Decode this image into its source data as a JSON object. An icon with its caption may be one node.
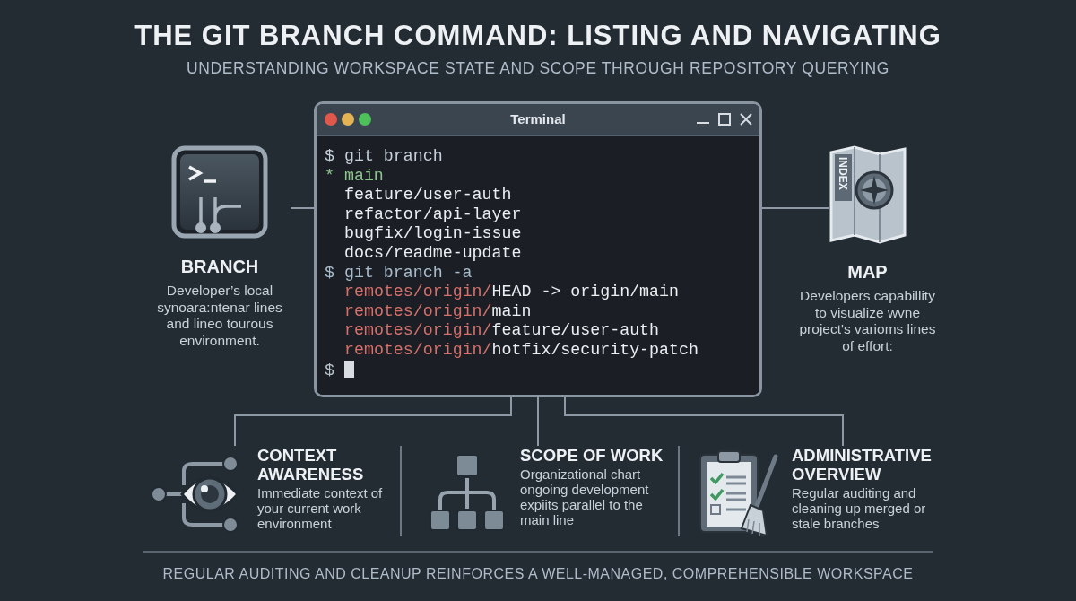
{
  "diagram": {
    "title": "THE GIT BRANCH COMMAND: LISTING AND NAVIGATING",
    "caption": "REGULAR AUDITING AND CLEANUP REINFORCES A WELL-MANAGED, COMPREHENSIBLE WORKSPACE",
    "nodes": [
      {
        "text": [
          "Terminal",
          "$ git branch",
          "* main",
          "feature/user-auth",
          "refactor/api-layer",
          "bugfix/login-issue",
          "docs/readme-update",
          "$ git branch -a",
          "remotes/origin/",
          "HEAD -> origin/main",
          "remotes/origin/",
          "main",
          "remotes/origin/",
          "feature/user-auth",
          "remotes/origin/",
          "hotfix/security-patch",
          "$"
        ]
      },
      {
        "text": [
          "BRANCH",
          "Developer’s local synoara:ntenar lines and lineo tourous environment."
        ]
      },
      {
        "text": [
          "MAP",
          "Developers capabillity to visualize wvne project's varioms lines of effort:"
        ]
      },
      {
        "text": [
          "CONTEXT AWARENESS",
          "Immediate context of your current work environment"
        ]
      },
      {
        "text": [
          "SCOPE OF WORK",
          "Organizational chart ongoing development expiits parallel to the main line"
        ]
      },
      {
        "text": [
          "ADMINISTRATIVE OVERVIEW",
          "Regular auditing and cleaning up merged or stale branches"
        ]
      }
    ],
    "edges": [
      {
        "from": 1,
        "to": 0,
        "arrow": "none"
      },
      {
        "from": 0,
        "to": 2,
        "arrow": "other"
      },
      {
        "from": 0,
        "to": 3,
        "arrow": "none"
      },
      {
        "from": 0,
        "to": 4,
        "arrow": "none"
      },
      {
        "from": 0,
        "to": 5,
        "arrow": "none"
      }
    ],
    "labels": [
      "UNDERSTANDING WORKSPACE STATE AND SCOPE THROUGH REPOSITORY QUERYING",
      "INDEX"
    ]
  }
}
